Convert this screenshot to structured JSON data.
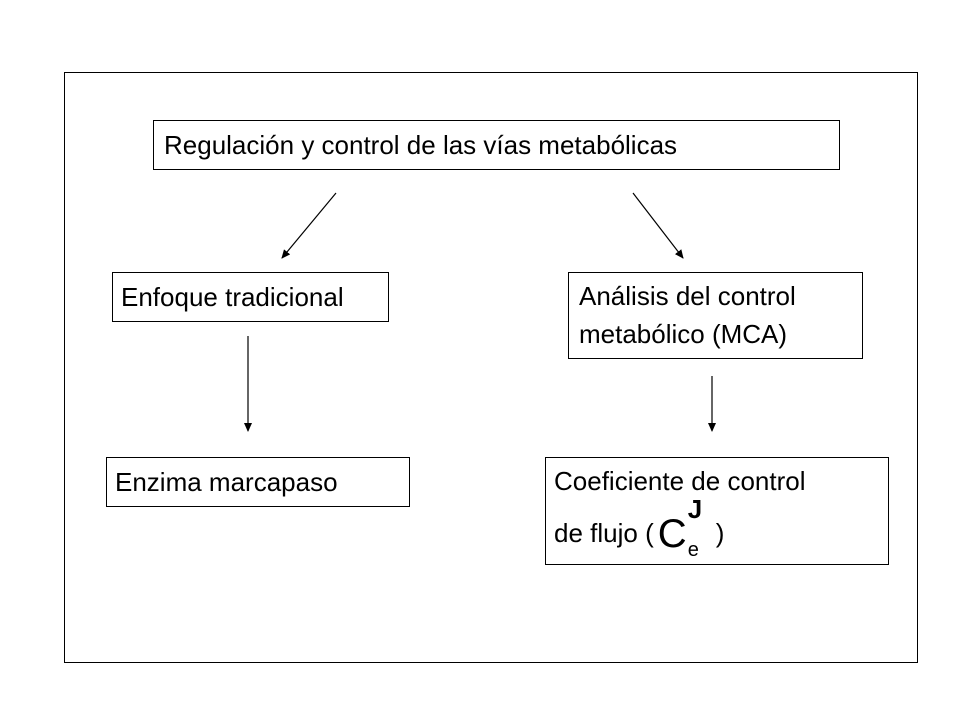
{
  "diagram": {
    "root": {
      "label": "Regulación y control de las vías metabólicas"
    },
    "left_branch": {
      "label": "Enfoque tradicional",
      "result": "Enzima marcapaso"
    },
    "right_branch": {
      "label_line1": "Análisis del control",
      "label_line2": "metabólico (MCA)",
      "result_line1": "Coeficiente de control",
      "result_prefix": "de flujo (",
      "result_suffix": ")",
      "coefficient": {
        "symbol": "C",
        "superscript": "J",
        "subscript": "e"
      }
    },
    "colors": {
      "stroke": "#000000",
      "background": "#ffffff"
    }
  }
}
